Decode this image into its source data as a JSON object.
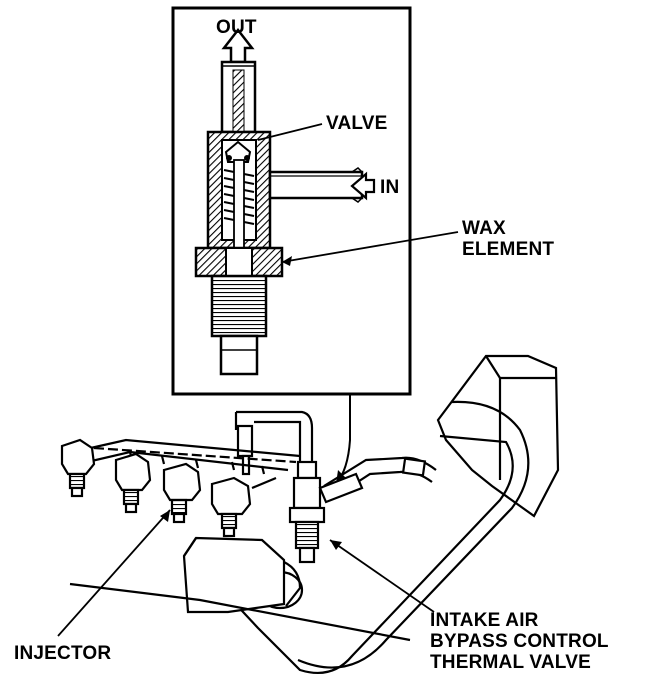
{
  "labels": {
    "out": "OUT",
    "valve": "VALVE",
    "in": "IN",
    "wax_element": [
      "WAX",
      "ELEMENT"
    ],
    "injector": "INJECTOR",
    "thermal_valve": [
      "INTAKE AIR",
      "BYPASS CONTROL",
      "THERMAL VALVE"
    ]
  },
  "colors": {
    "ink": "#000000",
    "paper": "#ffffff"
  }
}
